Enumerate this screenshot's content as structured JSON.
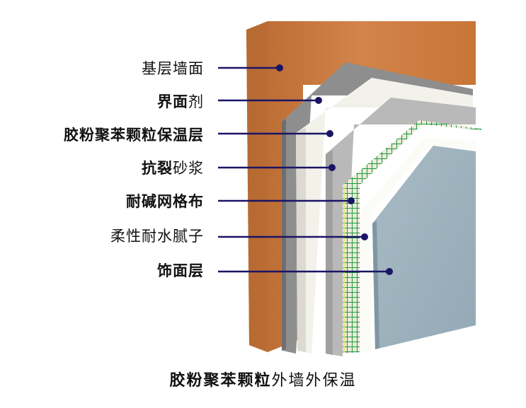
{
  "layers": [
    {
      "label_bold": "",
      "label_normal": "基层墙面"
    },
    {
      "label_bold": "界面",
      "label_normal": "剂"
    },
    {
      "label_bold": "胶粉聚苯颗粒保温层",
      "label_normal": ""
    },
    {
      "label_bold": "抗裂",
      "label_normal": "砂浆"
    },
    {
      "label_bold": "耐碱网格布",
      "label_normal": ""
    },
    {
      "label_bold": "",
      "label_normal": "柔性耐水腻子"
    },
    {
      "label_bold": "饰面层",
      "label_normal": ""
    }
  ],
  "caption": {
    "bold": "胶粉聚苯颗粒",
    "normal": "外墙外保温"
  },
  "colors": {
    "base_wall": "#C9763A",
    "interface_agent": "#8E8E8E",
    "insulation": "#F2F1EA",
    "mortar": "#B9B9B9",
    "mesh": "#1E9A3E",
    "putty": "#E8E07A",
    "finish": "#9FB3BE",
    "leader": "#1A1466"
  }
}
